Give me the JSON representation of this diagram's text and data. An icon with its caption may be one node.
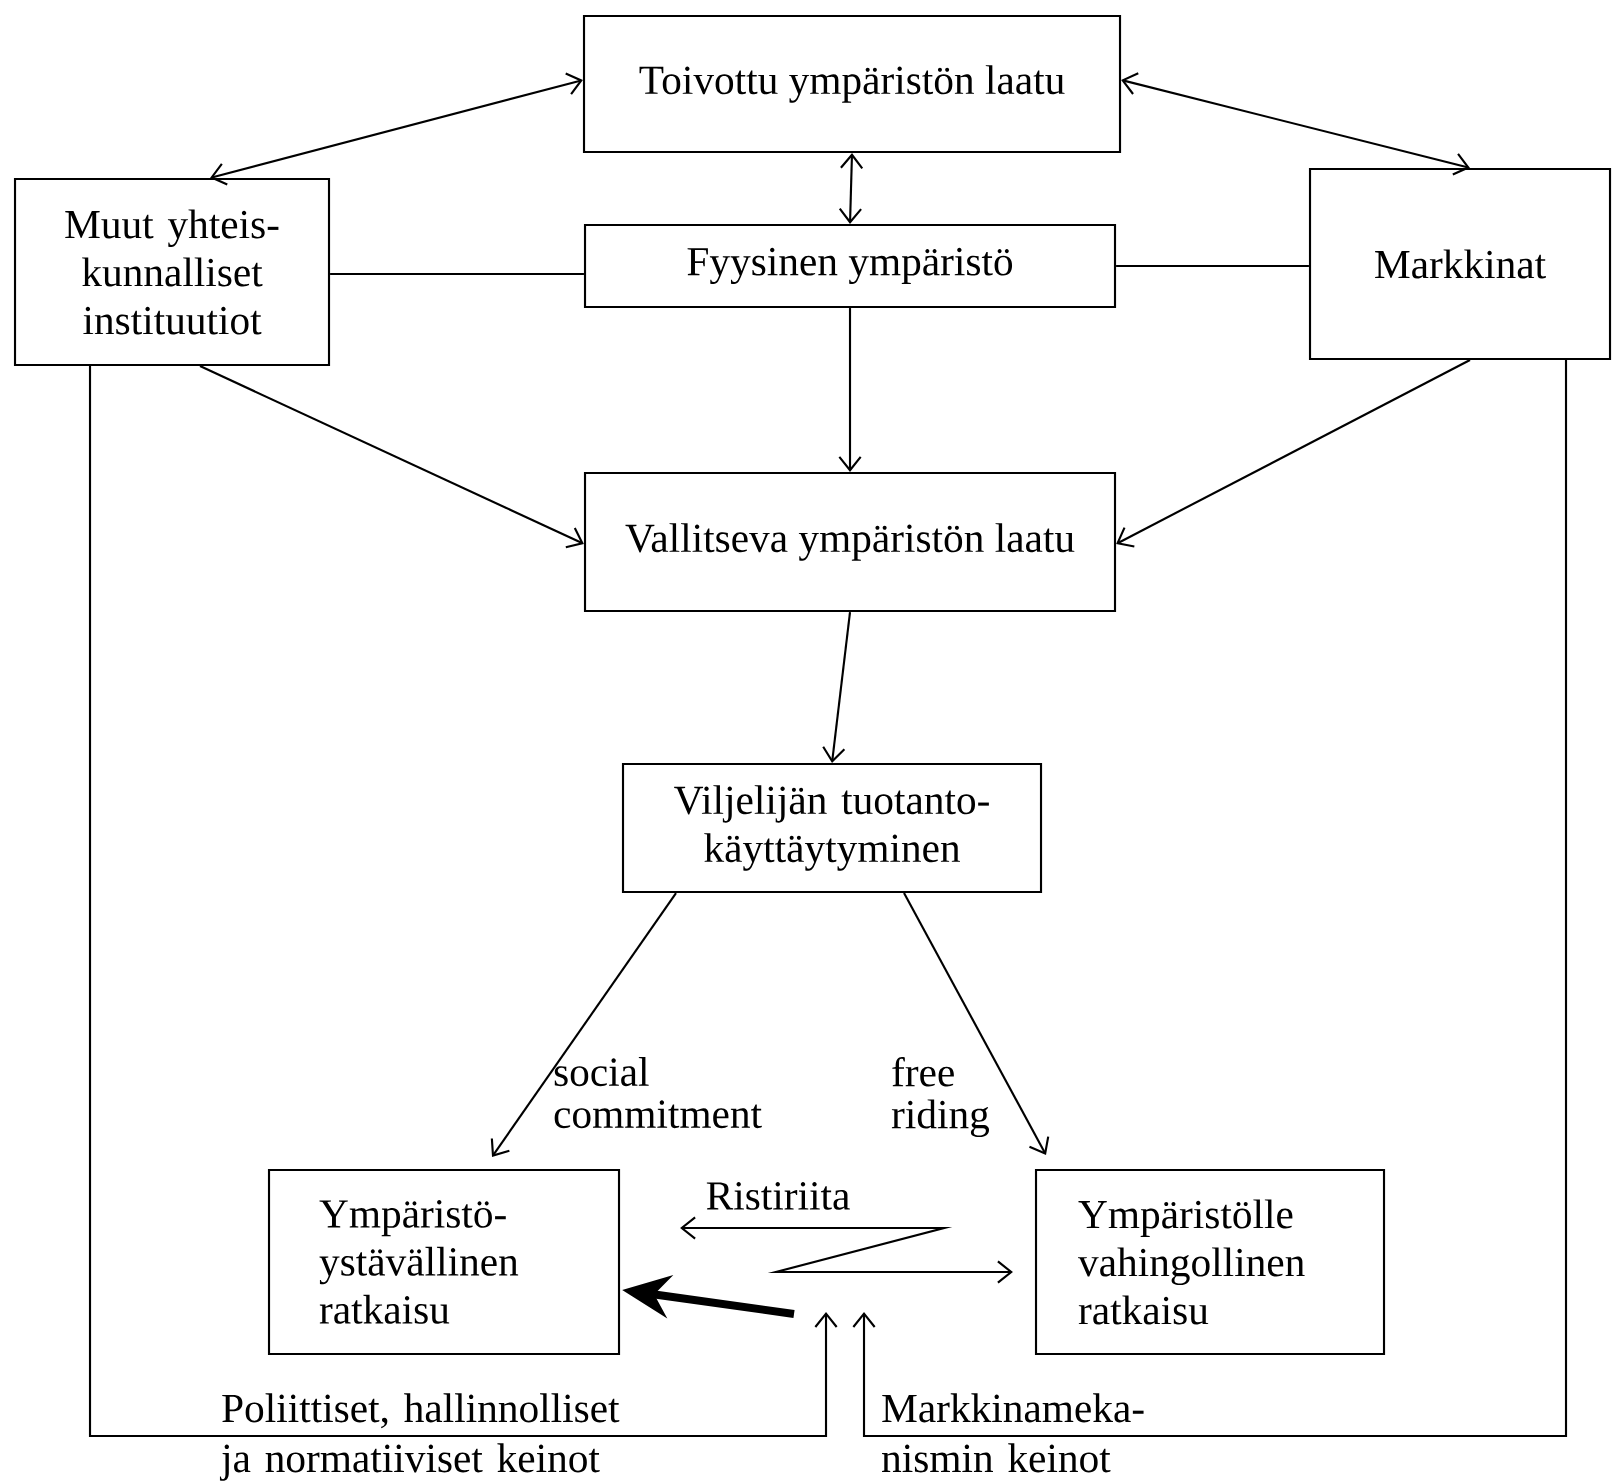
{
  "diagram": {
    "nodes": [
      {
        "text": [
          "Toivottu ympäristön laatu"
        ]
      },
      {
        "text": [
          "Muut yhteis-kunnalliset instituutiot"
        ]
      },
      {
        "text": [
          "Fyysinen ympäristö"
        ]
      },
      {
        "text": [
          "Markkinat"
        ]
      },
      {
        "text": [
          "Vallitseva ympäristön laatu"
        ]
      },
      {
        "text": [
          "Viljelijän tuotanto-käyttäytyminen"
        ]
      },
      {
        "text": [
          "Ympäristö-ystävällinen ratkaisu"
        ]
      },
      {
        "text": [
          "Ympäristölle vahingollinen ratkaisu"
        ]
      }
    ],
    "edges": [
      {
        "from": 1,
        "to": 0,
        "arrow": "both"
      },
      {
        "from": 0,
        "to": 3,
        "arrow": "both"
      },
      {
        "from": 0,
        "to": 2,
        "arrow": "both"
      },
      {
        "from": 1,
        "to": 2,
        "arrow": "none"
      },
      {
        "from": 2,
        "to": 3,
        "arrow": "none"
      },
      {
        "from": 2,
        "to": 4,
        "arrow": "to"
      },
      {
        "from": 1,
        "to": 4,
        "arrow": "to"
      },
      {
        "from": 3,
        "to": 4,
        "arrow": "to"
      },
      {
        "from": 4,
        "to": 5,
        "arrow": "to"
      },
      {
        "from": 5,
        "to": 6,
        "arrow": "to",
        "label": "social commitment"
      },
      {
        "from": 5,
        "to": 7,
        "arrow": "to",
        "label": "free riding"
      },
      {
        "from": 6,
        "to": 7,
        "arrow": "both",
        "label": "Ristiriita"
      },
      {
        "from": null,
        "to": 6,
        "arrow": "to",
        "style": "thick"
      },
      {
        "from": 1,
        "to": null,
        "arrow": "to",
        "label": "Poliittiset, hallinnolliset ja normatiiviset keinot"
      },
      {
        "from": 3,
        "to": null,
        "arrow": "to",
        "label": "Markkinameka-nismin keinot"
      }
    ]
  }
}
